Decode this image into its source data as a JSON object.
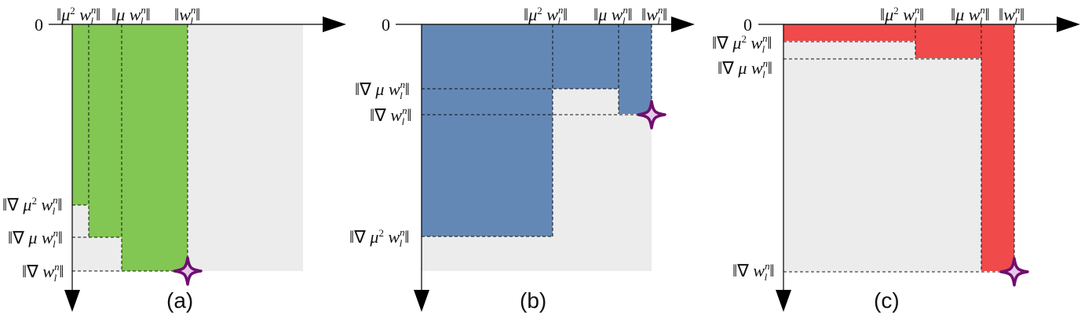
{
  "colors": {
    "background_region": "#ececec",
    "panel_a_fill": "#82c653",
    "panel_b_fill": "#6488b5",
    "panel_c_fill": "#f04a4a",
    "star_outline": "#6f0f6f",
    "star_fill": "#e8c8e8",
    "axis": "#000000"
  },
  "panels": [
    {
      "caption": "(a)",
      "origin_label": "",
      "x_labels": [
        "‖μ² wₗⁿ‖",
        "‖μ wₗⁿ‖",
        "‖wₗⁿ‖"
      ],
      "y_labels": [
        "‖∇ μ² wₗⁿ‖",
        "‖∇ μ wₗⁿ‖",
        "‖∇ wₗⁿ‖"
      ]
    },
    {
      "caption": "(b)",
      "origin_label": "0",
      "x_labels": [
        "‖μ² wₗⁿ‖",
        "‖μ wₗⁿ‖",
        "‖wₗⁿ‖"
      ],
      "y_labels": [
        "‖∇ μ wₗⁿ‖",
        "‖∇ wₗⁿ‖",
        "‖∇ μ² wₗⁿ‖"
      ]
    },
    {
      "caption": "(c)",
      "origin_label": "0",
      "x_labels": [
        "‖μ² wₗⁿ‖",
        "‖μ wₗⁿ‖",
        "‖wₗⁿ‖"
      ],
      "y_labels": [
        "‖∇ μ² wₗⁿ‖",
        "‖∇ μ wₗⁿ‖",
        "‖∇ wₗⁿ‖"
      ]
    }
  ],
  "text": {
    "zero": "0",
    "mu": "μ",
    "w": "w",
    "sub_l": "l",
    "sup_n": "n",
    "sup_2": "2",
    "nabla": "∇",
    "norm": "‖",
    "cap_a": "(a)",
    "cap_b": "(b)",
    "cap_c": "(c)"
  }
}
